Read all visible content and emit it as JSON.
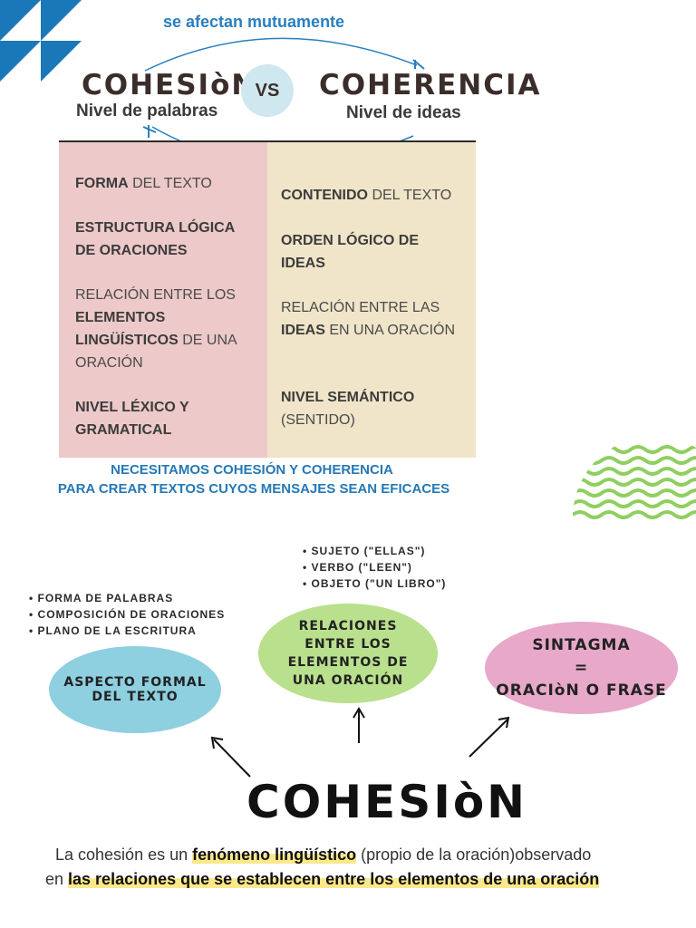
{
  "top": {
    "mutual_label": "se afectan mutuamente",
    "left_title": "COHESIòN",
    "left_sub": "Nivel de palabras",
    "vs": "VS",
    "right_title": "COHERENCIA",
    "right_sub": "Nivel de ideas"
  },
  "table": {
    "left": {
      "c1_bold": "FORMA",
      "c1_rest": " DEL TEXTO",
      "c2_bold": "ESTRUCTURA LÓGICA DE ORACIONES",
      "c3_pre": "RELACIÓN ENTRE LOS ",
      "c3_bold": "ELEMENTOS LINGÜÍSTICOS",
      "c3_post": " DE UNA ORACIÓN",
      "c4_bold": "NIVEL LÉXICO Y GRAMATICAL"
    },
    "right": {
      "c1_bold": "CONTENIDO",
      "c1_rest": " DEL TEXTO",
      "c2_bold": "ORDEN LÓGICO DE IDEAS",
      "c3_pre": "RELACIÓN ENTRE LAS ",
      "c3_bold": "IDEAS",
      "c3_post": " EN UNA ORACIÓN",
      "c4_bold": "NIVEL SEMÁNTICO",
      "c4_rest": "(SENTIDO)"
    }
  },
  "note": {
    "line1": "NECESITAMOS COHESIÓN Y COHERENCIA",
    "line2": "PARA CREAR TEXTOS CUYOS MENSAJES SEAN EFICACES"
  },
  "bullets_left": [
    "FORMA DE PALABRAS",
    "COMPOSICIÓN DE ORACIONES",
    "PLANO DE LA ESCRITURA"
  ],
  "bullets_mid": [
    "SUJETO (\"ELLAS\")",
    "VERBO  (\"LEEN\")",
    "OBJETO (\"UN LIBRO\")"
  ],
  "ovals": {
    "formal": "ASPECTO FORMAL DEL TEXTO",
    "relaciones": "RELACIONES ENTRE LOS ELEMENTOS DE UNA ORACIÓN",
    "sintagma_l1": "SINTAGMA",
    "sintagma_l2": "=",
    "sintagma_l3": "ORACIòN O FRASE"
  },
  "main_title": "COHESIòN",
  "footer": {
    "l1_pre": "La cohesión es un ",
    "l1_hl": "fenómeno lingüístico",
    "l1_post": " (propio de la oración)observado",
    "l2_pre": "en ",
    "l2_hl": "las relaciones que se establecen entre los elementos de una oración"
  },
  "colors": {
    "accent_blue": "#2a7fbf",
    "left_col": "#edc9c9",
    "right_col": "#f0e5c9",
    "oval_blue": "#8ecfe0",
    "oval_green": "#b9e08c",
    "oval_pink": "#e7a8c9",
    "highlight": "#fbe88a"
  }
}
